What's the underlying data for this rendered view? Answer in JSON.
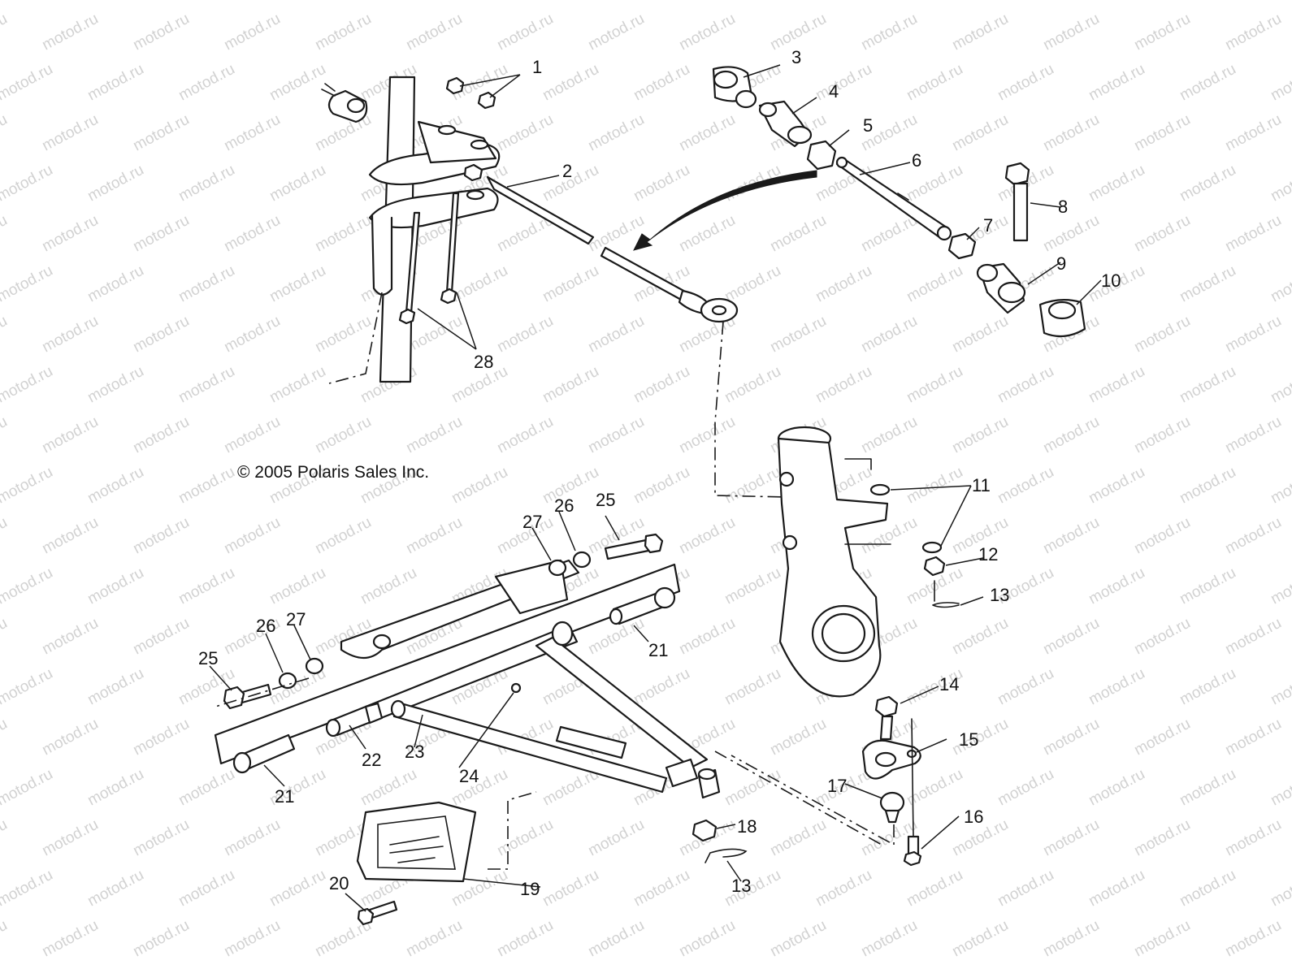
{
  "copyright": "© 2005 Polaris Sales Inc.",
  "watermark": "motod.ru",
  "callouts": {
    "c1": "1",
    "c2": "2",
    "c3": "3",
    "c4": "4",
    "c5": "5",
    "c6": "6",
    "c7": "7",
    "c8": "8",
    "c9": "9",
    "c10": "10",
    "c11": "11",
    "c12": "12",
    "c13a": "13",
    "c13b": "13",
    "c14": "14",
    "c15": "15",
    "c16": "16",
    "c17": "17",
    "c18": "18",
    "c19": "19",
    "c20": "20",
    "c21a": "21",
    "c21b": "21",
    "c22": "22",
    "c23": "23",
    "c24": "24",
    "c25a": "25",
    "c25b": "25",
    "c26a": "26",
    "c26b": "26",
    "c27a": "27",
    "c27b": "27",
    "c28": "28"
  },
  "colors": {
    "line": "#1a1a1a",
    "watermark": "#d2d2d2",
    "background": "#ffffff"
  }
}
